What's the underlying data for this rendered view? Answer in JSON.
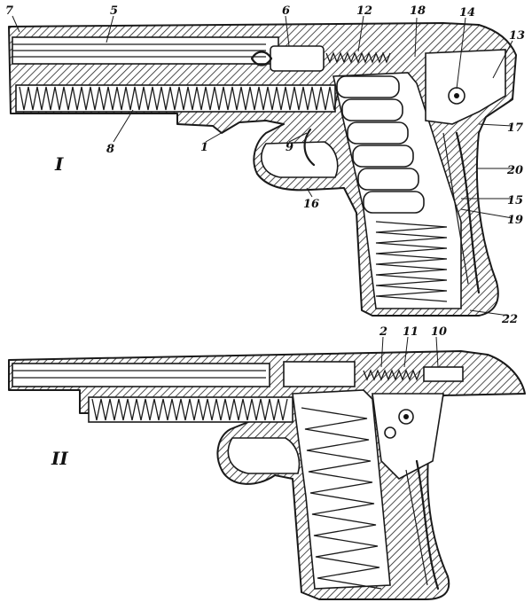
{
  "views": [
    {
      "numeral": "I"
    },
    {
      "numeral": "II"
    }
  ],
  "callouts_view1": [
    "7",
    "5",
    "6",
    "12",
    "18",
    "14",
    "13",
    "8",
    "1",
    "9",
    "17",
    "20",
    "15",
    "19",
    "16",
    "22"
  ],
  "callouts_view2": [
    "2",
    "11",
    "10"
  ]
}
